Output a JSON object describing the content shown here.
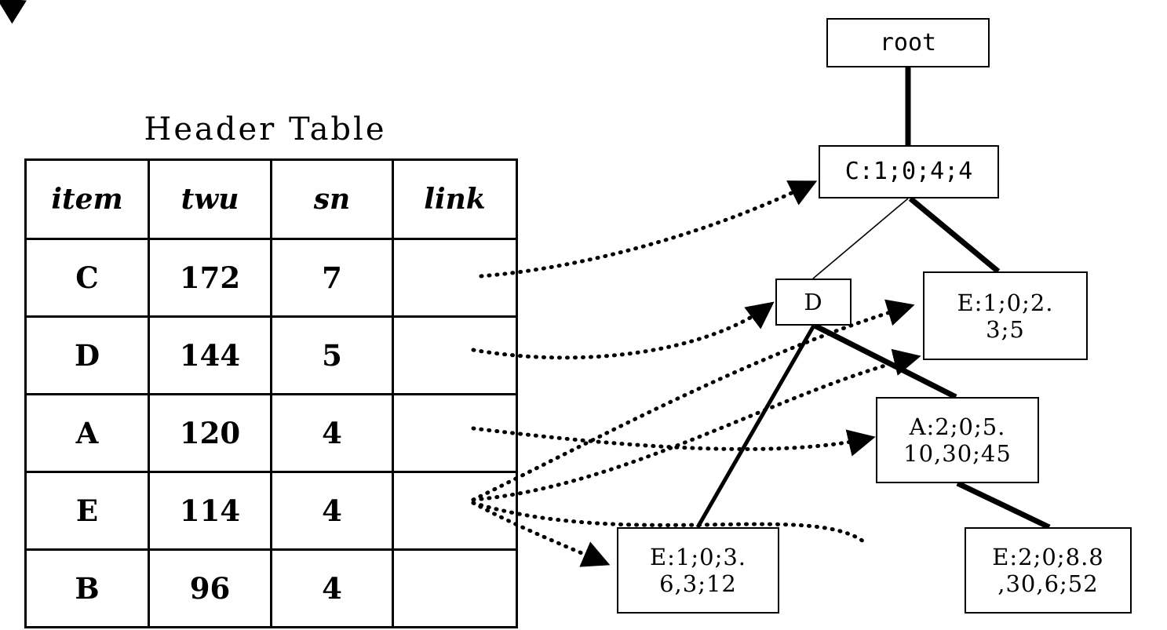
{
  "table": {
    "title": "Header Table",
    "columns": [
      "item",
      "twu",
      "sn",
      "link"
    ],
    "rows": [
      {
        "item": "C",
        "twu": "172",
        "sn": "7",
        "link": ""
      },
      {
        "item": "D",
        "twu": "144",
        "sn": "5",
        "link": ""
      },
      {
        "item": "A",
        "twu": "120",
        "sn": "4",
        "link": ""
      },
      {
        "item": "E",
        "twu": "114",
        "sn": "4",
        "link": ""
      },
      {
        "item": "B",
        "twu": "96",
        "sn": "4",
        "link": ""
      }
    ]
  },
  "tree": {
    "nodes": [
      {
        "id": "root",
        "label": "root"
      },
      {
        "id": "c",
        "label": "C:1;0;4;4"
      },
      {
        "id": "d",
        "label": "D"
      },
      {
        "id": "e1",
        "label": "E:1;0;2.\n3;5"
      },
      {
        "id": "a",
        "label": "A:2;0;5.\n10,30;45"
      },
      {
        "id": "e2",
        "label": "E:1;0;3.\n6,3;12"
      },
      {
        "id": "e3",
        "label": "E:2;0;8.8\n,30,6;52"
      }
    ],
    "solid_edges": [
      {
        "from": "root",
        "to": "c"
      },
      {
        "from": "c",
        "to": "d"
      },
      {
        "from": "c",
        "to": "e1"
      },
      {
        "from": "d",
        "to": "e2"
      },
      {
        "from": "d",
        "to": "a"
      },
      {
        "from": "a",
        "to": "e3"
      }
    ],
    "link_edges": [
      {
        "from": "table-row-C",
        "to": "c"
      },
      {
        "from": "table-row-D",
        "to": "d"
      },
      {
        "from": "table-row-A",
        "to": "a"
      },
      {
        "from": "table-row-E",
        "to": "e1"
      },
      {
        "from": "table-row-E",
        "to": "e2"
      },
      {
        "from": "table-row-E",
        "to": "e3"
      }
    ]
  },
  "colors": {
    "stroke": "#000000",
    "background": "#ffffff"
  }
}
